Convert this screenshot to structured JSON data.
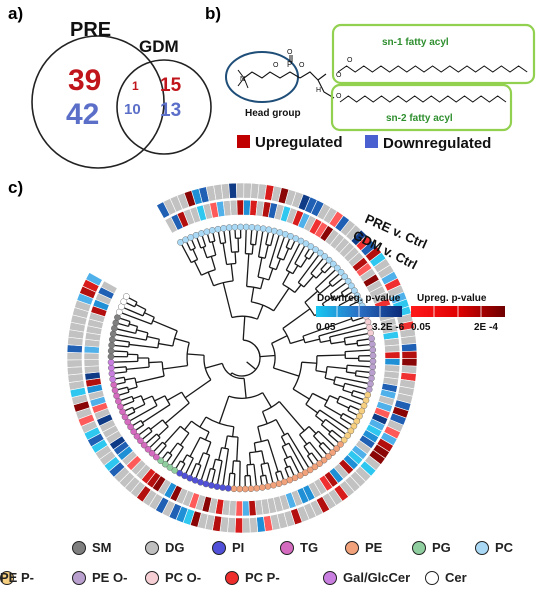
{
  "panels": {
    "a": "a)",
    "b": "b)",
    "c": "c)"
  },
  "venn": {
    "left_label": "PRE",
    "right_label": "GDM",
    "pre_only_up": "39",
    "pre_only_down": "42",
    "overlap_up": "1",
    "overlap_down": "10",
    "gdm_only_up": "15",
    "gdm_only_down": "13",
    "up_color": "#c0151b",
    "down_color": "#5b6fc9"
  },
  "lipid": {
    "head_group": "Head group",
    "sn1": "sn-1 fatty acyl",
    "sn2": "sn-2 fatty acyl",
    "atom_n": "N",
    "atom_p": "P",
    "atom_o": "O",
    "atom_h": "H"
  },
  "regulation_legend": {
    "up_label": "Upregulated",
    "down_label": "Downregulated",
    "up_color": "#c00000",
    "down_color": "#4a5fd0"
  },
  "ring_labels": {
    "outer": "PRE v. Ctrl",
    "inner": "GDM v. Ctrl"
  },
  "scales": {
    "down_title": "Downreg. p-value",
    "down_min": "0.05",
    "down_max": "3.2E -6",
    "up_title": "Upreg. p-value",
    "up_min": "0.05",
    "up_max": "2E -4"
  },
  "classes": [
    {
      "name": "SM",
      "color": "#7f7f7f"
    },
    {
      "name": "DG",
      "color": "#bfbfbf"
    },
    {
      "name": "PI",
      "color": "#5050d8"
    },
    {
      "name": "TG",
      "color": "#d46bbf"
    },
    {
      "name": "PE",
      "color": "#f2a27a"
    },
    {
      "name": "PG",
      "color": "#8fcf9f"
    },
    {
      "name": "PC",
      "color": "#a9d9f5"
    },
    {
      "name": "PE O-",
      "color": "#b9a0cf"
    },
    {
      "name": "PC O-",
      "color": "#f6cfd4"
    },
    {
      "name": "PC P-",
      "color": "#ee2d2d"
    },
    {
      "name": "Gal/GlcCer",
      "color": "#c97fe0"
    },
    {
      "name": "Cer",
      "color": "#ffffff"
    },
    {
      "name": "PE P-",
      "color": "#f7cf80"
    }
  ]
}
